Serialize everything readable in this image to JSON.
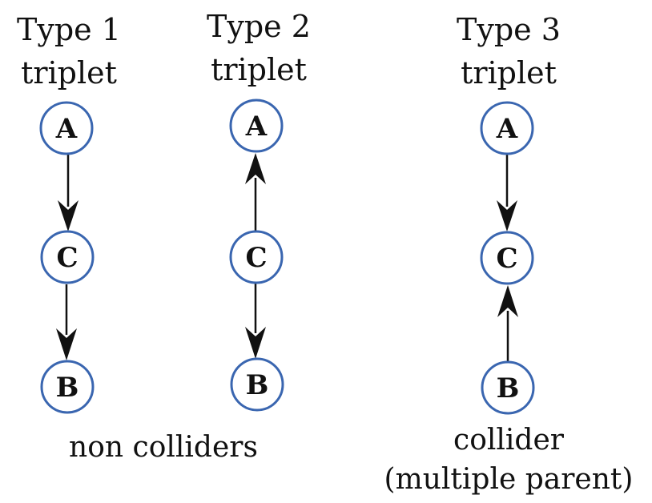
{
  "triplets": [
    {
      "type_label": "Type 1",
      "sub_label": "triplet",
      "nodes": {
        "top": "A",
        "middle": "C",
        "bottom": "B"
      },
      "edges": [
        "A → C",
        "C → B"
      ]
    },
    {
      "type_label": "Type 2",
      "sub_label": "triplet",
      "nodes": {
        "top": "A",
        "middle": "C",
        "bottom": "B"
      },
      "edges": [
        "C → A",
        "C → B"
      ]
    },
    {
      "type_label": "Type 3",
      "sub_label": "triplet",
      "nodes": {
        "top": "A",
        "middle": "C",
        "bottom": "B"
      },
      "edges": [
        "A → C",
        "B → C"
      ]
    }
  ],
  "captions": {
    "non_colliders": "non colliders",
    "collider_line1": "collider",
    "collider_line2": "(multiple parent)"
  },
  "colors": {
    "node_stroke": "#3a66b0",
    "text": "#111111",
    "arrow": "#111111",
    "background": "#ffffff"
  }
}
